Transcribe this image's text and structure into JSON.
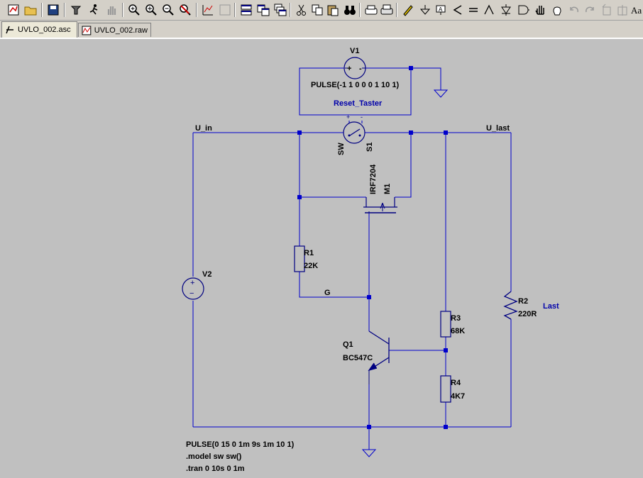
{
  "toolbar": {
    "icons": [
      "new-schematic",
      "open",
      "save",
      "control-panel",
      "run",
      "halt",
      "zoom-in",
      "pan",
      "zoom-out",
      "zoom-fit",
      "autorange",
      "cut-plot",
      "tile-horizontal",
      "tile-vertical",
      "cascade",
      "cut",
      "copy",
      "paste",
      "find",
      "print-setup",
      "print",
      "draw-wire",
      "ground",
      "label-net",
      "resistor",
      "capacitor",
      "inductor",
      "diode",
      "component",
      "move",
      "drag",
      "undo",
      "redo",
      "rotate",
      "mirror",
      "text"
    ]
  },
  "tabs": [
    {
      "label": "UVLO_002.asc",
      "active": true
    },
    {
      "label": "UVLO_002.raw",
      "active": false
    }
  ],
  "schematic": {
    "colors": {
      "wire": "#0000cc",
      "component": "#000080",
      "background": "#c0c0c0",
      "junction": "#0000cc",
      "blue_label": "#0000aa"
    },
    "nets": {
      "u_in": "U_in",
      "u_last": "U_last",
      "g": "G",
      "last": "Last"
    },
    "components": {
      "v1": {
        "name": "V1",
        "value": "PULSE(-1 1 0 0 0 1 10 1)",
        "plus": "+",
        "minus": "-"
      },
      "s1": {
        "name": "S1",
        "model": "SW",
        "label": "Reset_Taster",
        "plus": "+",
        "minus": "-"
      },
      "m1": {
        "name": "M1",
        "value": "IRF7204"
      },
      "r1": {
        "name": "R1",
        "value": "22K"
      },
      "v2": {
        "name": "V2",
        "plus": "+",
        "minus": "−"
      },
      "r2": {
        "name": "R2",
        "value": "220R"
      },
      "r3": {
        "name": "R3",
        "value": "68K"
      },
      "r4": {
        "name": "R4",
        "value": "4K7"
      },
      "q1": {
        "name": "Q1",
        "value": "BC547C"
      }
    },
    "directives": [
      "PULSE(0 15 0 1m 9s 1m 10 1)",
      ".model sw sw()",
      ".tran 0 10s 0 1m"
    ]
  }
}
